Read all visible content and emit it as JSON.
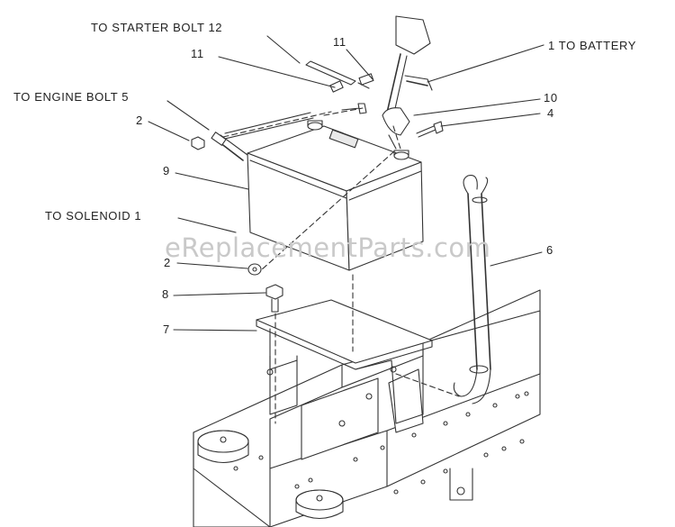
{
  "watermark": "eReplacementParts.com",
  "labels": {
    "starter_bolt": "TO STARTER BOLT  12",
    "callout_11_top": "11",
    "callout_11_left": "11",
    "to_battery": "1 TO BATTERY",
    "engine_bolt": "TO ENGINE BOLT  5",
    "callout_10": "10",
    "callout_2_top": "2",
    "callout_4": "4",
    "callout_9": "9",
    "to_solenoid": "TO SOLENOID 1",
    "callout_6": "6",
    "callout_2_bottom": "2",
    "callout_8": "8",
    "callout_7": "7"
  }
}
